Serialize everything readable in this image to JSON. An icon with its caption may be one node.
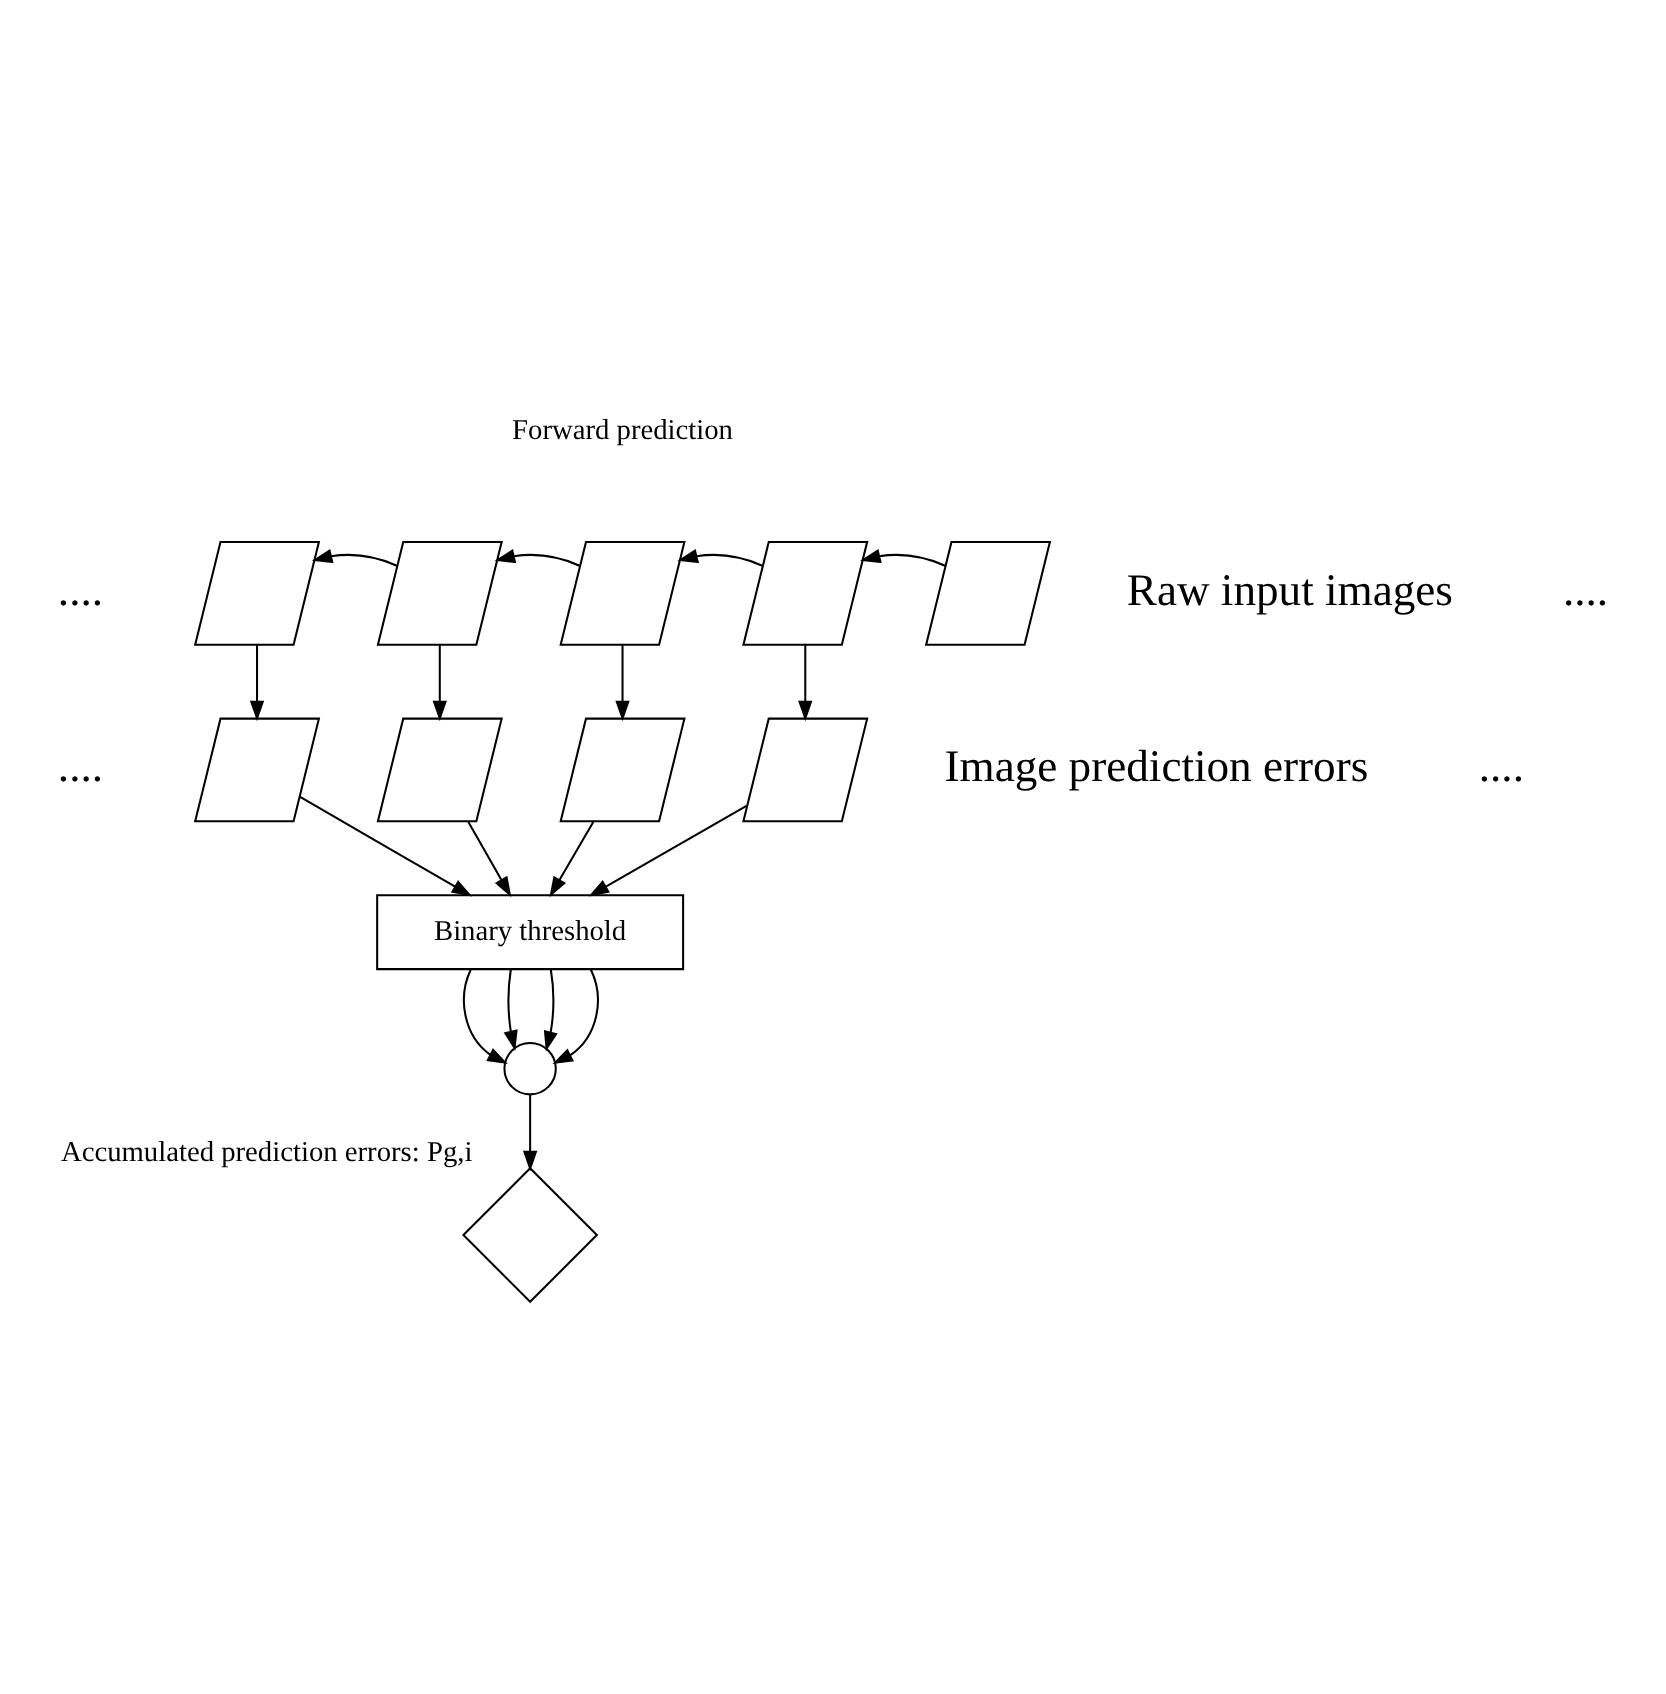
{
  "diagram": {
    "nodes": [
      {
        "text": [],
        "shape": "parallelogram"
      },
      {
        "text": [],
        "shape": "parallelogram"
      },
      {
        "text": [],
        "shape": "parallelogram"
      },
      {
        "text": [],
        "shape": "parallelogram"
      },
      {
        "text": [],
        "shape": "parallelogram"
      },
      {
        "text": [],
        "shape": "parallelogram"
      },
      {
        "text": [],
        "shape": "parallelogram"
      },
      {
        "text": [],
        "shape": "parallelogram"
      },
      {
        "text": [],
        "shape": "parallelogram"
      },
      {
        "text": [
          "Binary threshold"
        ]
      },
      {
        "text": [],
        "shape": "circle"
      },
      {
        "text": [],
        "shape": "diamond",
        "beside": [
          "Accumulated prediction errors: Pg,i"
        ]
      }
    ],
    "edges": [
      {
        "from": 4,
        "to": 3,
        "arrow": "to"
      },
      {
        "from": 3,
        "to": 2,
        "arrow": "to"
      },
      {
        "from": 2,
        "to": 1,
        "arrow": "to"
      },
      {
        "from": 1,
        "to": 0,
        "arrow": "to"
      },
      {
        "from": 0,
        "to": 5,
        "arrow": "to"
      },
      {
        "from": 1,
        "to": 6,
        "arrow": "to"
      },
      {
        "from": 2,
        "to": 7,
        "arrow": "to"
      },
      {
        "from": 3,
        "to": 8,
        "arrow": "to"
      },
      {
        "from": 5,
        "to": 9,
        "arrow": "to"
      },
      {
        "from": 6,
        "to": 9,
        "arrow": "to"
      },
      {
        "from": 7,
        "to": 9,
        "arrow": "to"
      },
      {
        "from": 8,
        "to": 9,
        "arrow": "to"
      },
      {
        "from": 9,
        "to": 10,
        "arrow": "to"
      },
      {
        "from": 9,
        "to": 10,
        "arrow": "to"
      },
      {
        "from": 9,
        "to": 10,
        "arrow": "to"
      },
      {
        "from": 9,
        "to": 10,
        "arrow": "to"
      },
      {
        "from": 10,
        "to": 11,
        "arrow": "to"
      }
    ],
    "labels": [
      "Forward prediction",
      "....",
      "Raw input images",
      "....",
      "....",
      "Image prediction errors",
      "...."
    ]
  }
}
